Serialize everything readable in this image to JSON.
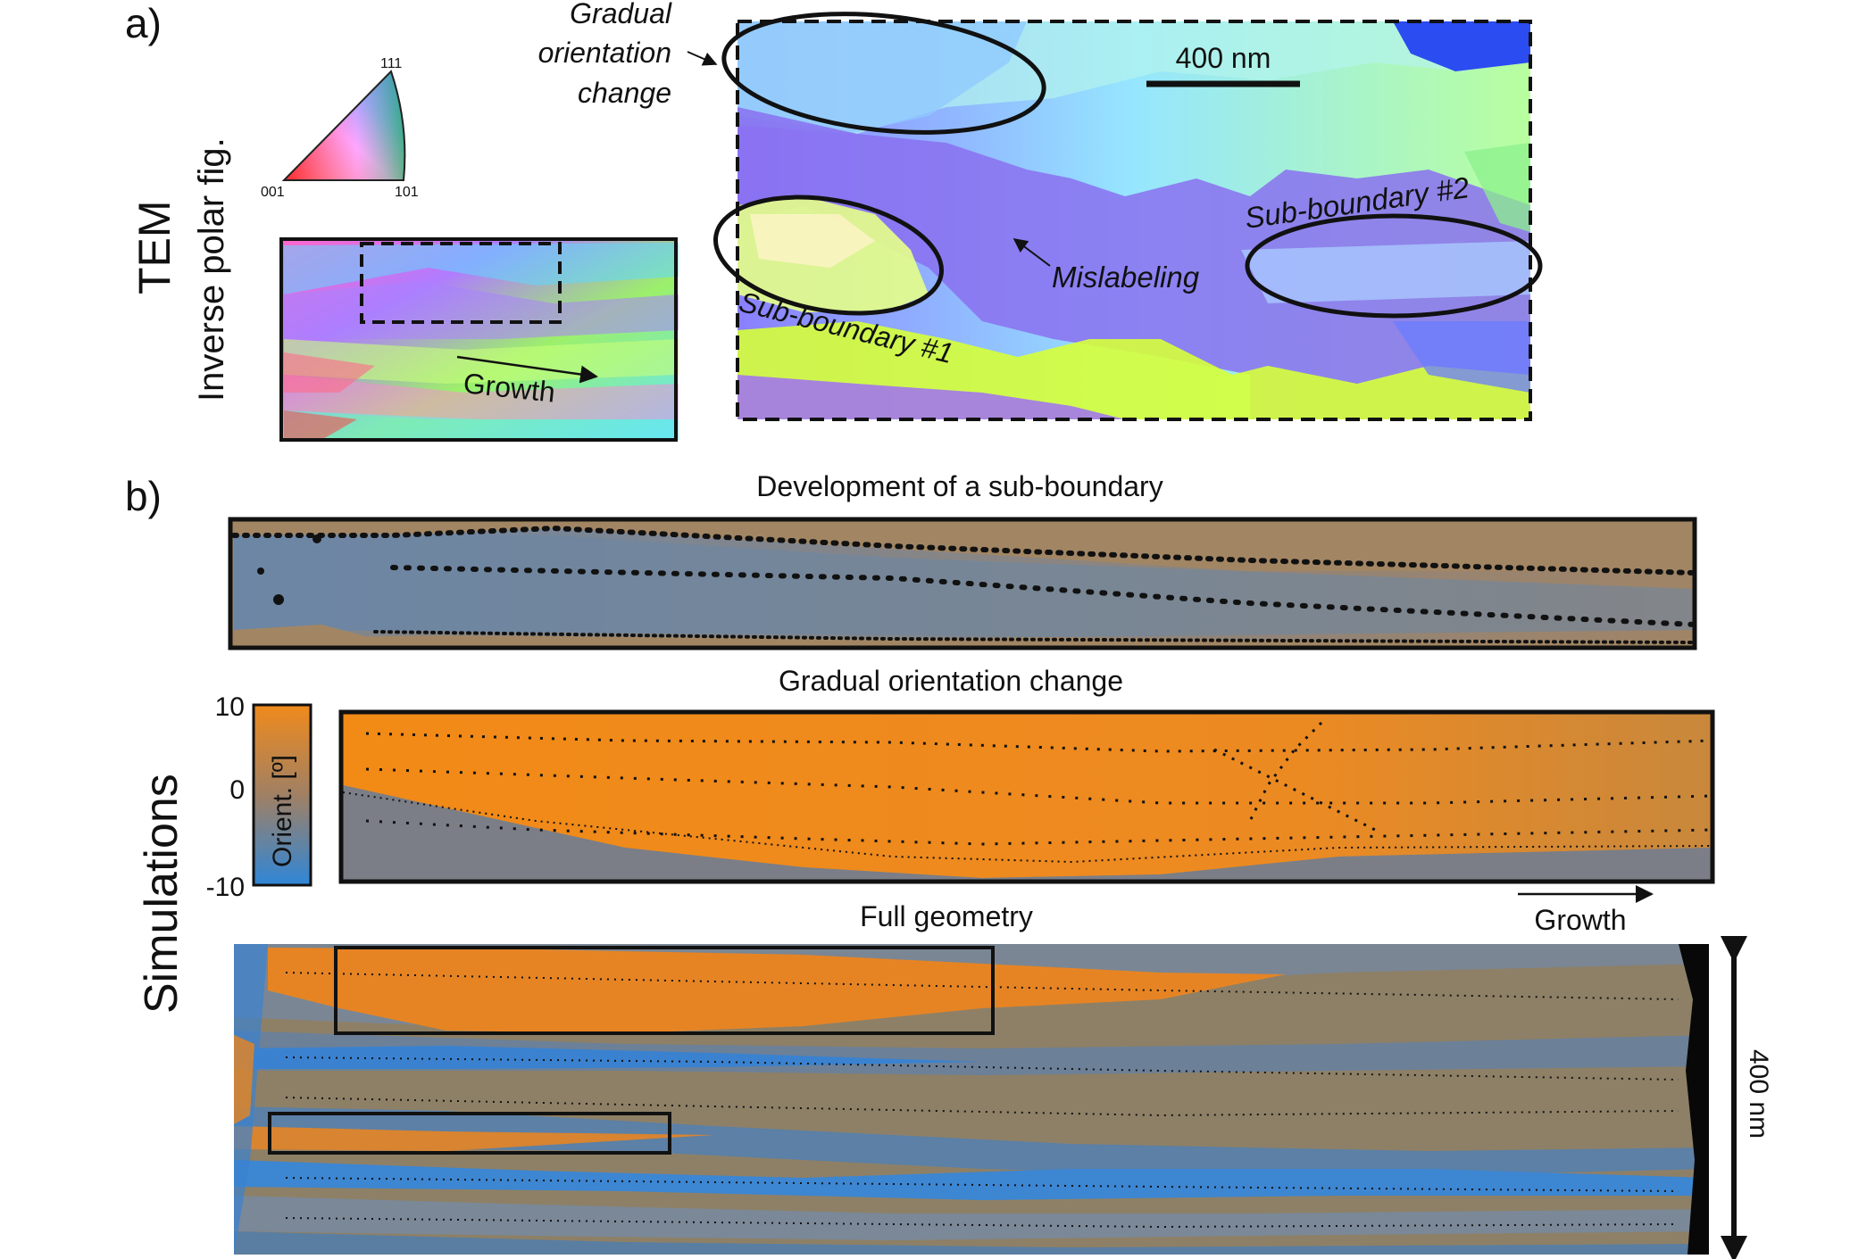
{
  "panel_a": {
    "label": "a)",
    "side_label": "TEM",
    "ipf_label": "Inverse polar fig.",
    "ipf_corners": {
      "top": "111",
      "left": "001",
      "right": "101"
    },
    "inset_arrow_label": "Growth",
    "scalebar_label": "400 nm",
    "annotations": {
      "gradual_line1": "Gradual",
      "gradual_line2": "orientation",
      "gradual_line3": "change",
      "mislabeling": "Mislabeling",
      "sub_boundary_1": "Sub-boundary #1",
      "sub_boundary_2": "Sub-boundary #2"
    }
  },
  "panel_b": {
    "label": "b)",
    "side_label": "Simulations",
    "title_1": "Development of a sub-boundary",
    "title_2": "Gradual orientation change",
    "title_3": "Full geometry",
    "colorbar": {
      "label": "Orient. [º]",
      "ticks": [
        "10",
        "0",
        "-10"
      ],
      "low_color": "#2f86d8",
      "high_color": "#f08a1c"
    },
    "arrow_label": "Growth",
    "scale_label": "400 nm"
  },
  "colors": {
    "orange": "#e8841e",
    "steel_blue": "#5f7e9e",
    "tan": "#9c8266",
    "blue": "#3a82d0"
  }
}
